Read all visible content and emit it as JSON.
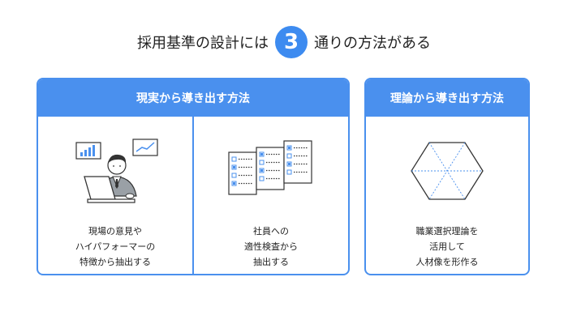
{
  "title": {
    "prefix": "採用基準の設計には",
    "number": "3",
    "suffix": "通りの方法がある"
  },
  "left_card": {
    "header": "現実から導き出す方法",
    "columns": [
      {
        "caption": "現場の意見や\nハイパフォーマーの\n特徴から抽出する",
        "illustration": "person-laptop-icon"
      },
      {
        "caption": "社員への\n適性検査から\n抽出する",
        "illustration": "checklist-forms-icon"
      }
    ]
  },
  "right_card": {
    "header": "理論から導き出す方法",
    "columns": [
      {
        "caption": "職業選択理論を\n活用して\n人材像を形作る",
        "illustration": "hexagon-icon"
      }
    ]
  },
  "colors": {
    "accent": "#4a90ee",
    "circle": "#3d8bf0"
  }
}
